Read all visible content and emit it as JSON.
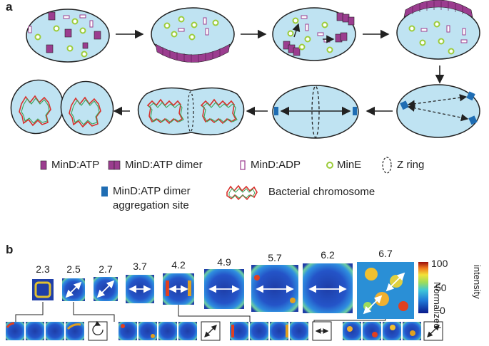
{
  "panel_a": {
    "letter": "a",
    "legend": {
      "mind_atp": "MinD:ATP",
      "mind_atp_dimer": "MinD:ATP dimer",
      "mind_adp": "MinD:ADP",
      "mine": "MinE",
      "z_ring": "Z ring",
      "aggregation_line1": "MinD:ATP dimer",
      "aggregation_line2": "aggregation site",
      "chromosome": "Bacterial chromosome"
    },
    "colors": {
      "cell_fill": "#bfe3f2",
      "mind": "#9b3d8f",
      "mine": "#9ccc3a",
      "aggregation": "#1f6db3",
      "chromosome_red": "#d9302b",
      "chromosome_green": "#3aa55a"
    }
  },
  "panel_b": {
    "letter": "b",
    "sizes": [
      "2.3",
      "2.5",
      "2.7",
      "3.7",
      "4.2",
      "4.9",
      "5.7",
      "6.2",
      "6.7"
    ],
    "colorbar": {
      "max": "100",
      "mid": "50",
      "min": "0",
      "label_line1": "Normalized",
      "label_line2": "intensity"
    }
  }
}
